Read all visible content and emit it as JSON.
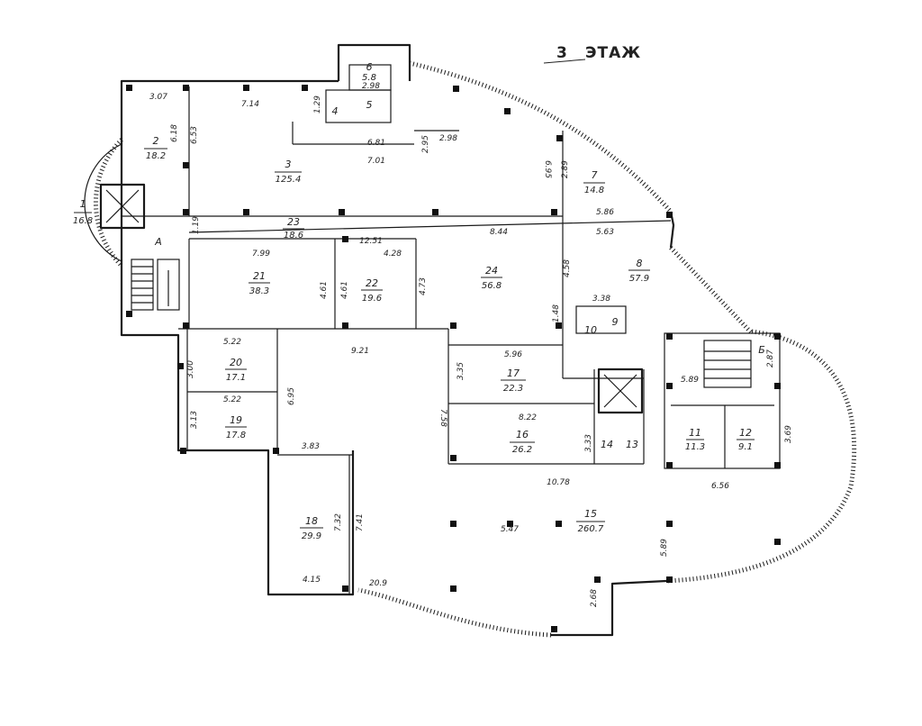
{
  "title": {
    "number": "3",
    "label": "ЭТАЖ"
  },
  "rooms": [
    {
      "id": "1",
      "num": "1",
      "area": "16.8"
    },
    {
      "id": "2",
      "num": "2",
      "area": "18.2"
    },
    {
      "id": "3",
      "num": "3",
      "area": "125.4"
    },
    {
      "id": "4",
      "num": "4",
      "area": ""
    },
    {
      "id": "5",
      "num": "5",
      "area": ""
    },
    {
      "id": "6",
      "num": "6",
      "area": "5.8"
    },
    {
      "id": "7",
      "num": "7",
      "area": "14.8"
    },
    {
      "id": "8",
      "num": "8",
      "area": "57.9"
    },
    {
      "id": "9",
      "num": "9",
      "area": ""
    },
    {
      "id": "10",
      "num": "10",
      "area": ""
    },
    {
      "id": "11",
      "num": "11",
      "area": "11.3"
    },
    {
      "id": "12",
      "num": "12",
      "area": "9.1"
    },
    {
      "id": "13",
      "num": "13",
      "area": ""
    },
    {
      "id": "14",
      "num": "14",
      "area": ""
    },
    {
      "id": "15",
      "num": "15",
      "area": "260.7"
    },
    {
      "id": "16",
      "num": "16",
      "area": "26.2"
    },
    {
      "id": "17",
      "num": "17",
      "area": "22.3"
    },
    {
      "id": "18",
      "num": "18",
      "area": "29.9"
    },
    {
      "id": "19",
      "num": "19",
      "area": "17.8"
    },
    {
      "id": "20",
      "num": "20",
      "area": "17.1"
    },
    {
      "id": "21",
      "num": "21",
      "area": "38.3"
    },
    {
      "id": "22",
      "num": "22",
      "area": "19.6"
    },
    {
      "id": "23",
      "num": "23",
      "area": "18.6"
    },
    {
      "id": "24",
      "num": "24",
      "area": "56.8"
    }
  ],
  "stairs": {
    "a": "А",
    "b": "Б"
  },
  "dims": {
    "d_307": "3.07",
    "d_714": "7.14",
    "d_618": "6.18",
    "d_653": "6.53",
    "d_298a": "2.98",
    "d_729": "1.29",
    "d_681": "6.81",
    "d_701": "7.01",
    "d_295": "2.95",
    "d_298b": "2.98",
    "d_695": "6.95",
    "d_289": "2.89",
    "d_586": "5.86",
    "d_119": "1.19",
    "d_799": "7.99",
    "d_1251": "12.51",
    "d_428": "4.28",
    "d_844": "8.44",
    "d_563": "5.63",
    "d_458": "4.58",
    "d_461a": "4.61",
    "d_461b": "4.61",
    "d_473": "4.73",
    "d_338": "3.38",
    "d_148": "1.48",
    "d_522a": "5.22",
    "d_921": "9.21",
    "d_596": "5.96",
    "d_300": "3.00",
    "d_695b": "6.95",
    "d_335": "3.35",
    "d_522b": "5.22",
    "d_313": "3.13",
    "d_758": "7.58",
    "d_822": "8.22",
    "d_333": "3.33",
    "d_589": "5.89",
    "d_287": "2.87",
    "d_369": "3.69",
    "d_383": "3.83",
    "d_1078": "10.78",
    "d_656": "6.56",
    "d_732": "7.32",
    "d_741": "7.41",
    "d_547": "5.47",
    "d_589b": "5.89",
    "d_415": "4.15",
    "d_209": "20.9",
    "d_268": "2.68"
  }
}
